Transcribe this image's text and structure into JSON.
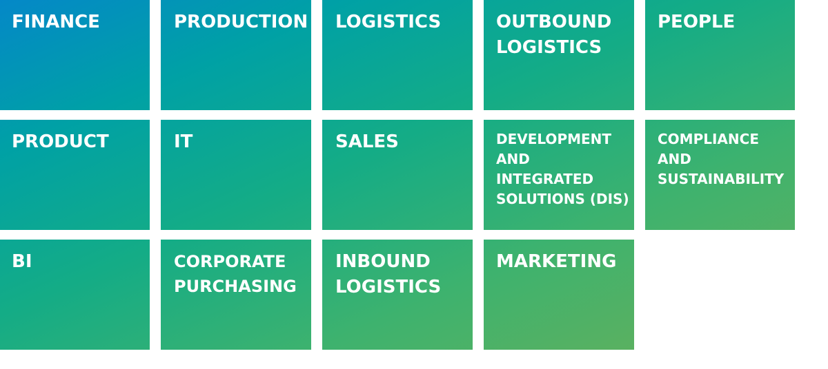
{
  "tiles": {
    "finance": "FINANCE",
    "production": "PRODUCTION",
    "logistics": "LOGISTICS",
    "outbound_logistics": "OUTBOUND LOGISTICS",
    "people": "PEOPLE",
    "product": "PRODUCT",
    "it": "IT",
    "sales": "SALES",
    "dis": "DEVELOPMENT AND INTEGRATED SOLUTIONS (DIS)",
    "compliance": "COMPLIANCE AND SUSTAINABILITY",
    "bi": "BI",
    "corporate_purchasing": "CORPORATE PURCHASING",
    "inbound_logistics": "INBOUND LOGISTICS",
    "marketing": "MARKETING"
  },
  "colors": {
    "gradient_top_right": "#0488c8",
    "gradient_mid": "#14ac86",
    "gradient_bottom_left": "#68b05a",
    "text": "#ffffff",
    "background": "#ffffff"
  }
}
